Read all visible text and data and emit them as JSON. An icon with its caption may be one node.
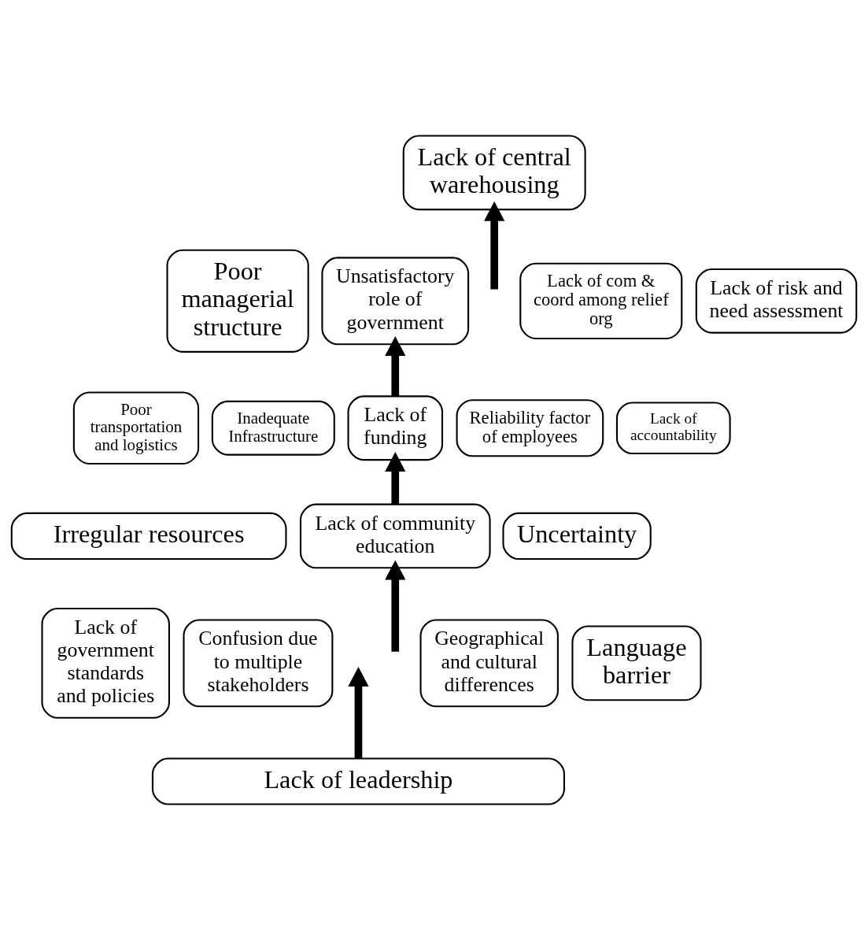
{
  "diagram": {
    "nodes": [
      {
        "text": [
          "Lack of central warehousing"
        ]
      },
      {
        "text": [
          "Poor managerial structure"
        ]
      },
      {
        "text": [
          "Unsatisfactory role of government"
        ]
      },
      {
        "text": [
          "Lack of com & coord among relief org"
        ]
      },
      {
        "text": [
          "Lack of risk and need assessment"
        ]
      },
      {
        "text": [
          "Poor transportation and logistics"
        ]
      },
      {
        "text": [
          "Inadequate Infrastructure"
        ]
      },
      {
        "text": [
          "Lack of funding"
        ]
      },
      {
        "text": [
          "Reliability factor of employees"
        ]
      },
      {
        "text": [
          "Lack of accountability"
        ]
      },
      {
        "text": [
          "Irregular resources"
        ]
      },
      {
        "text": [
          "Lack of community education"
        ]
      },
      {
        "text": [
          "Uncertainty"
        ]
      },
      {
        "text": [
          "Lack of government standards and policies"
        ]
      },
      {
        "text": [
          "Confusion due to multiple stakeholders"
        ]
      },
      {
        "text": [
          "Geographical and cultural differences"
        ]
      },
      {
        "text": [
          "Language barrier"
        ]
      },
      {
        "text": [
          "Lack of leadership"
        ]
      }
    ],
    "edges": [
      {
        "from": 17,
        "to": null,
        "arrow": "to"
      },
      {
        "from": null,
        "to": 11,
        "arrow": "to"
      },
      {
        "from": 11,
        "to": 7,
        "arrow": "to"
      },
      {
        "from": 7,
        "to": 2,
        "arrow": "to"
      },
      {
        "from": null,
        "to": 0,
        "arrow": "to"
      }
    ]
  }
}
